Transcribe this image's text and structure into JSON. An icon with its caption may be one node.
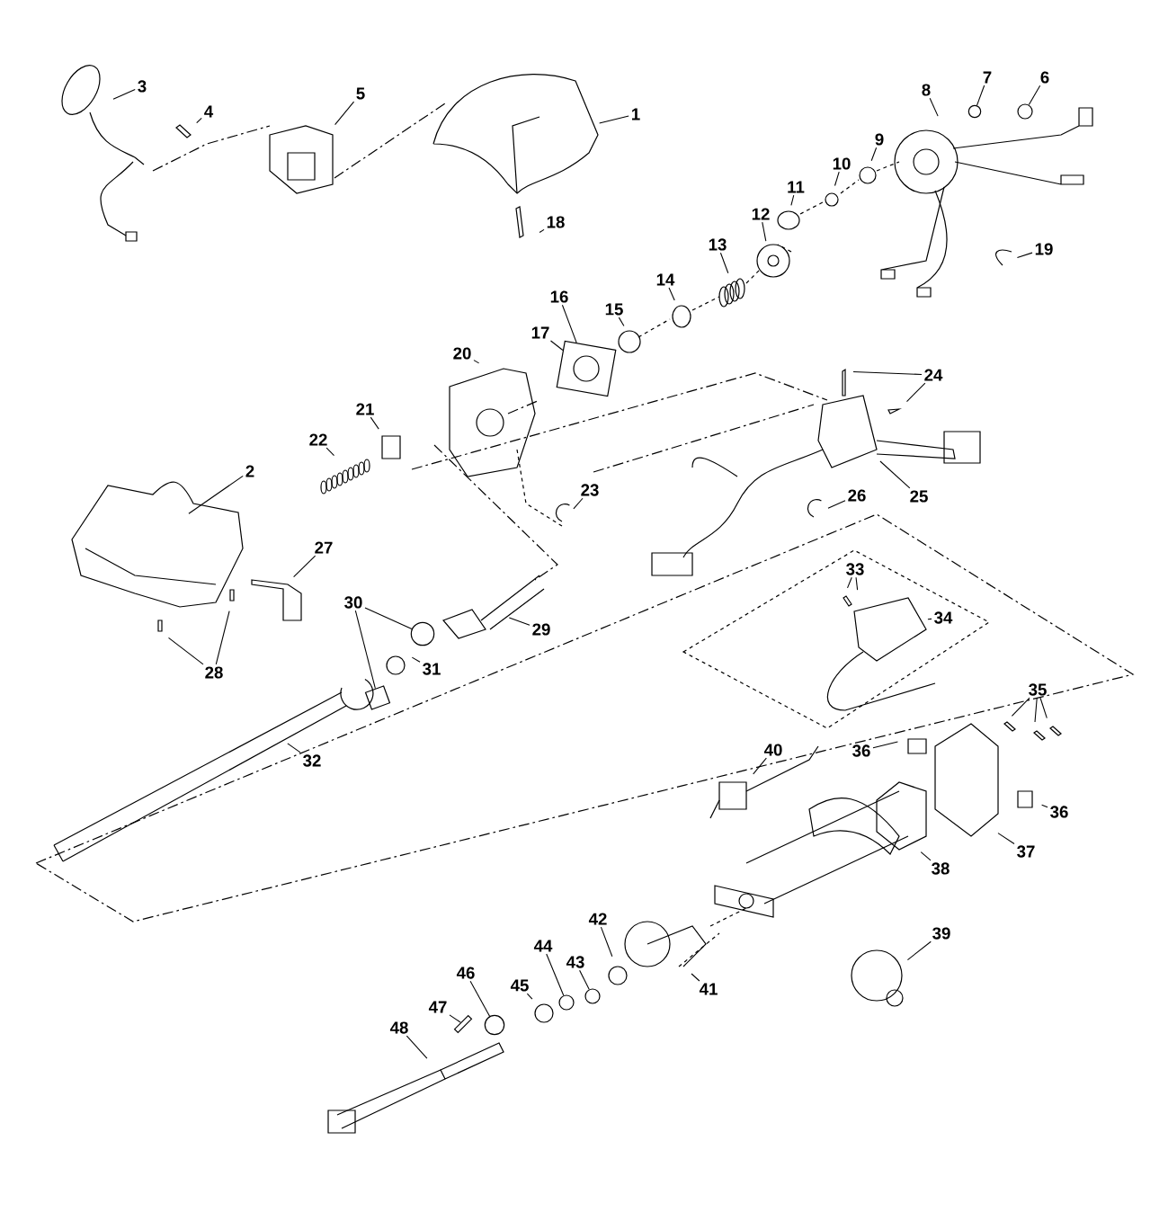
{
  "diagram": {
    "nodes": [
      {
        "text": [
          "1"
        ]
      },
      {
        "text": [
          "2"
        ]
      },
      {
        "text": [
          "3"
        ]
      },
      {
        "text": [
          "4"
        ]
      },
      {
        "text": [
          "5"
        ]
      },
      {
        "text": [
          "6"
        ]
      },
      {
        "text": [
          "7"
        ]
      },
      {
        "text": [
          "8"
        ]
      },
      {
        "text": [
          "9"
        ]
      },
      {
        "text": [
          "10"
        ]
      },
      {
        "text": [
          "11"
        ]
      },
      {
        "text": [
          "12"
        ]
      },
      {
        "text": [
          "13"
        ]
      },
      {
        "text": [
          "14"
        ]
      },
      {
        "text": [
          "15"
        ]
      },
      {
        "text": [
          "16"
        ]
      },
      {
        "text": [
          "17"
        ]
      },
      {
        "text": [
          "18"
        ]
      },
      {
        "text": [
          "19"
        ]
      },
      {
        "text": [
          "20"
        ]
      },
      {
        "text": [
          "21"
        ]
      },
      {
        "text": [
          "22"
        ]
      },
      {
        "text": [
          "23"
        ]
      },
      {
        "text": [
          "24"
        ]
      },
      {
        "text": [
          "25"
        ]
      },
      {
        "text": [
          "26"
        ]
      },
      {
        "text": [
          "27"
        ]
      },
      {
        "text": [
          "28"
        ]
      },
      {
        "text": [
          "29"
        ]
      },
      {
        "text": [
          "30"
        ]
      },
      {
        "text": [
          "31"
        ]
      },
      {
        "text": [
          "32"
        ]
      },
      {
        "text": [
          "33"
        ]
      },
      {
        "text": [
          "34"
        ]
      },
      {
        "text": [
          "35"
        ]
      },
      {
        "text": [
          "36"
        ]
      },
      {
        "text": [
          "36"
        ]
      },
      {
        "text": [
          "37"
        ]
      },
      {
        "text": [
          "38"
        ]
      },
      {
        "text": [
          "39"
        ]
      },
      {
        "text": [
          "40"
        ]
      },
      {
        "text": [
          "41"
        ]
      },
      {
        "text": [
          "42"
        ]
      },
      {
        "text": [
          "43"
        ]
      },
      {
        "text": [
          "44"
        ]
      },
      {
        "text": [
          "45"
        ]
      },
      {
        "text": [
          "46"
        ]
      },
      {
        "text": [
          "47"
        ]
      },
      {
        "text": [
          "48"
        ]
      },
      {
        "text": [],
        "shape": "box"
      },
      {
        "text": [],
        "shape": "circle"
      },
      {
        "text": [],
        "shape": "circle"
      },
      {
        "text": [],
        "shape": "circle"
      },
      {
        "text": [],
        "shape": "circle"
      },
      {
        "text": [],
        "shape": "circle"
      },
      {
        "text": [],
        "shape": "box"
      },
      {
        "text": [],
        "shape": "box"
      },
      {
        "text": [],
        "shape": "circle"
      }
    ],
    "edges": [
      {
        "from": 0,
        "to": null,
        "arrow": "none"
      },
      {
        "from": 1,
        "to": null,
        "arrow": "none"
      },
      {
        "from": 2,
        "to": null,
        "arrow": "none"
      },
      {
        "from": 3,
        "to": null,
        "arrow": "none"
      },
      {
        "from": 4,
        "to": null,
        "arrow": "none"
      },
      {
        "from": 5,
        "to": 53,
        "arrow": "none"
      },
      {
        "from": 6,
        "to": 54,
        "arrow": "none"
      },
      {
        "from": 7,
        "to": null,
        "arrow": "none"
      },
      {
        "from": 8,
        "to": null,
        "arrow": "none"
      },
      {
        "from": 9,
        "to": null,
        "arrow": "none"
      },
      {
        "from": 10,
        "to": null,
        "arrow": "none"
      },
      {
        "from": 11,
        "to": null,
        "arrow": "none"
      },
      {
        "from": 12,
        "to": null,
        "arrow": "none"
      },
      {
        "from": 13,
        "to": null,
        "arrow": "none"
      },
      {
        "from": 14,
        "to": null,
        "arrow": "none"
      },
      {
        "from": 15,
        "to": 49,
        "arrow": "none"
      },
      {
        "from": 16,
        "to": 49,
        "arrow": "none"
      },
      {
        "from": 17,
        "to": null,
        "arrow": "none"
      },
      {
        "from": 18,
        "to": null,
        "arrow": "none"
      },
      {
        "from": 19,
        "to": null,
        "arrow": "none"
      },
      {
        "from": 20,
        "to": null,
        "arrow": "none"
      },
      {
        "from": 21,
        "to": null,
        "arrow": "none"
      },
      {
        "from": 22,
        "to": null,
        "arrow": "none"
      },
      {
        "from": 23,
        "to": null,
        "arrow": "none"
      },
      {
        "from": 23,
        "to": null,
        "arrow": "none"
      },
      {
        "from": 24,
        "to": null,
        "arrow": "none"
      },
      {
        "from": 25,
        "to": null,
        "arrow": "none"
      },
      {
        "from": 26,
        "to": null,
        "arrow": "none"
      },
      {
        "from": 27,
        "to": null,
        "arrow": "none"
      },
      {
        "from": 27,
        "to": null,
        "arrow": "none"
      },
      {
        "from": 28,
        "to": null,
        "arrow": "none"
      },
      {
        "from": 29,
        "to": 50,
        "arrow": "none"
      },
      {
        "from": 29,
        "to": 55,
        "arrow": "none"
      },
      {
        "from": 30,
        "to": null,
        "arrow": "none"
      },
      {
        "from": 31,
        "to": null,
        "arrow": "none"
      },
      {
        "from": 32,
        "to": null,
        "arrow": "none"
      },
      {
        "from": 32,
        "to": null,
        "arrow": "none"
      },
      {
        "from": 33,
        "to": null,
        "arrow": "none"
      },
      {
        "from": 34,
        "to": null,
        "arrow": "none"
      },
      {
        "from": 34,
        "to": null,
        "arrow": "none"
      },
      {
        "from": 34,
        "to": null,
        "arrow": "none"
      },
      {
        "from": 35,
        "to": null,
        "arrow": "none"
      },
      {
        "from": 36,
        "to": null,
        "arrow": "none"
      },
      {
        "from": 37,
        "to": null,
        "arrow": "none"
      },
      {
        "from": 38,
        "to": null,
        "arrow": "none"
      },
      {
        "from": 39,
        "to": null,
        "arrow": "none"
      },
      {
        "from": 40,
        "to": null,
        "arrow": "none"
      },
      {
        "from": 41,
        "to": null,
        "arrow": "none"
      },
      {
        "from": 42,
        "to": null,
        "arrow": "none"
      },
      {
        "from": 43,
        "to": 57,
        "arrow": "none"
      },
      {
        "from": 44,
        "to": 51,
        "arrow": "none"
      },
      {
        "from": 45,
        "to": null,
        "arrow": "none"
      },
      {
        "from": 46,
        "to": 52,
        "arrow": "none"
      },
      {
        "from": 47,
        "to": 56,
        "arrow": "none"
      },
      {
        "from": 48,
        "to": null,
        "arrow": "none"
      }
    ]
  }
}
